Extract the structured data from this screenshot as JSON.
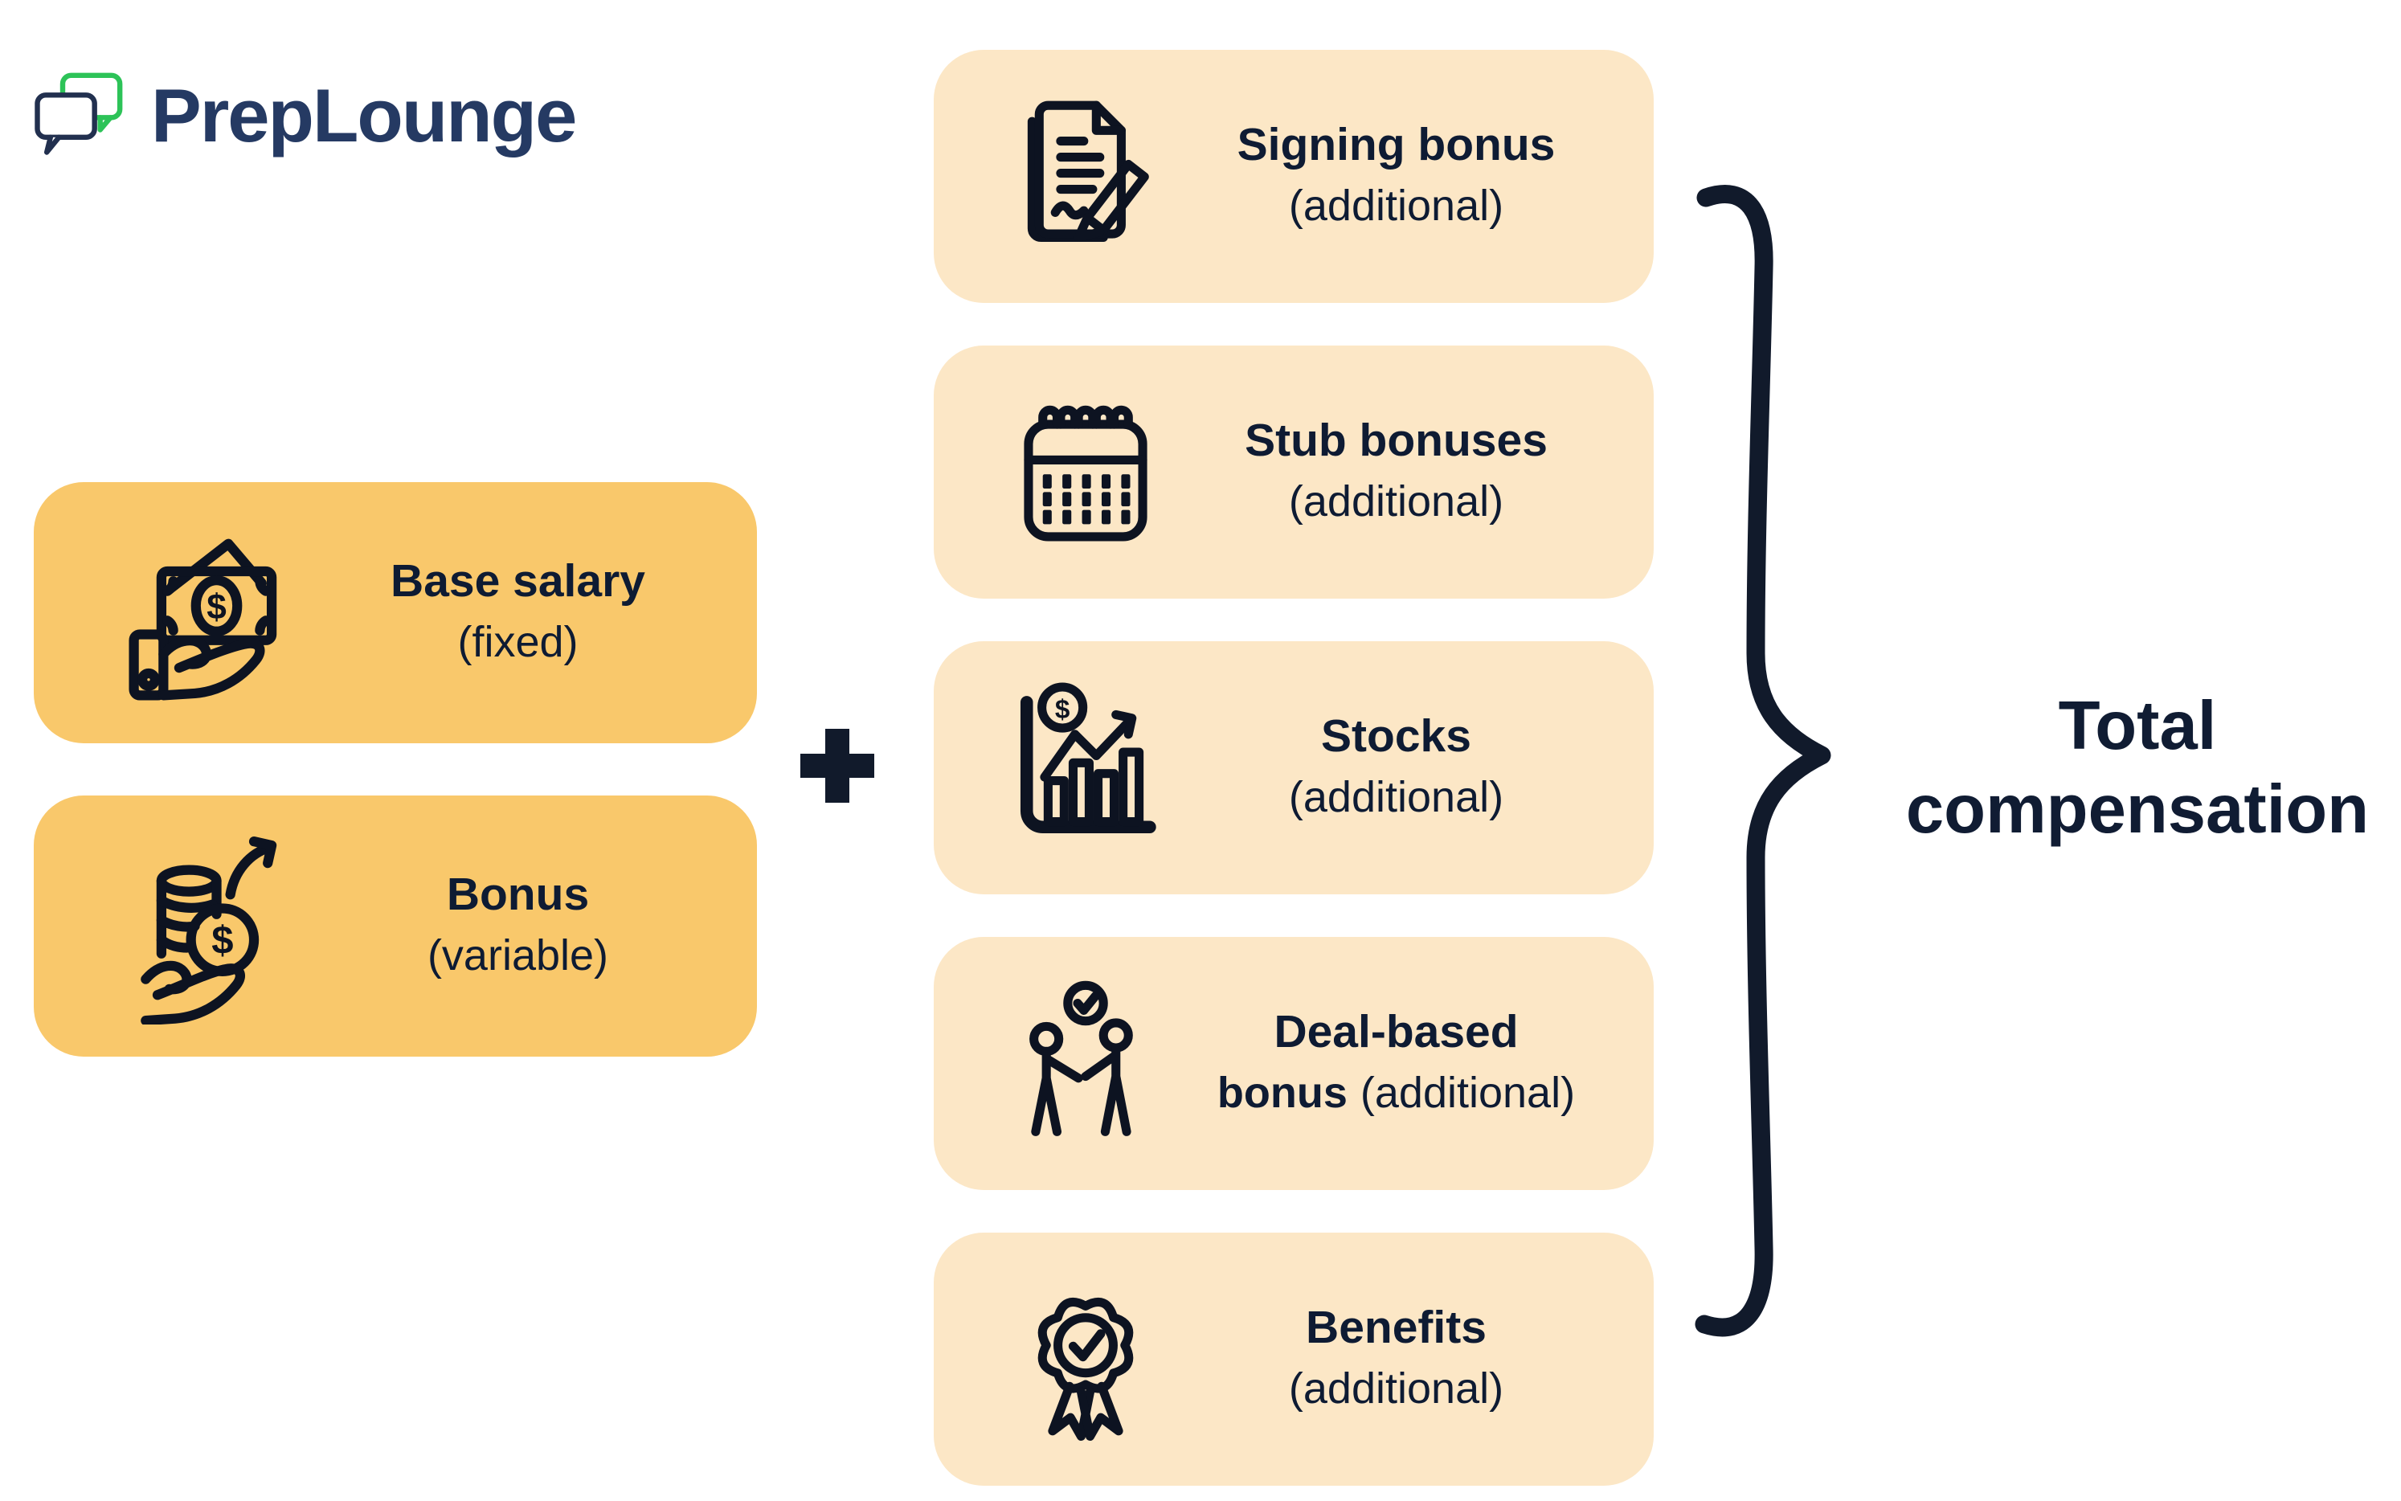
{
  "brand": {
    "name": "PrepLounge"
  },
  "left_column": {
    "items": [
      {
        "title": "Base salary",
        "subtitle": "(fixed)",
        "icon": "money-hand-icon"
      },
      {
        "title": "Bonus",
        "subtitle": "(variable)",
        "icon": "coins-growth-hand-icon"
      }
    ]
  },
  "operator": {
    "plus_label": "+"
  },
  "middle_column": {
    "items": [
      {
        "title": "Signing bonus",
        "subtitle": "(additional)",
        "icon": "contract-pen-icon"
      },
      {
        "title": "Stub bonuses",
        "subtitle": "(additional)",
        "icon": "calendar-icon"
      },
      {
        "title": "Stocks",
        "subtitle": "(additional)",
        "icon": "stock-chart-icon"
      },
      {
        "title": "Deal-based",
        "title_bold_2": "bonus",
        "subtitle": "(additional)",
        "icon": "handshake-check-icon"
      },
      {
        "title": "Benefits",
        "subtitle": "(additional)",
        "icon": "award-ribbon-icon"
      }
    ]
  },
  "result": {
    "label_line1": "Total",
    "label_line2": "compensation"
  },
  "colors": {
    "card_strong": "#F9C86B",
    "card_soft": "#FCE7C6",
    "ink": "#0E1B33",
    "icon_ink": "#0D1321",
    "brace": "#111A2B",
    "logo_green": "#2DC358",
    "logo_navy": "#22304F",
    "logo_text": "#253A63",
    "background": "#FFFFFF"
  }
}
